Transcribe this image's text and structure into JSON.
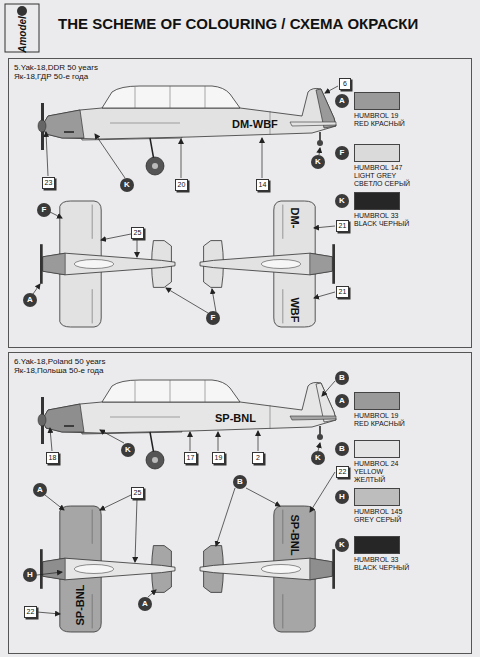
{
  "diagram": {
    "title": "THE SCHEME OF COLOURING / СХЕМА ОКРАСКИ",
    "nodes": [
      {
        "text": [
          "5.Yak-18,DDR 50 years",
          "Як-18,ГДР 50-е года"
        ]
      },
      {
        "text": [
          "6"
        ],
        "in": 0
      },
      {
        "text": [
          "A"
        ],
        "in": 0
      },
      {
        "text": [
          "F"
        ],
        "in": 0
      },
      {
        "text": [
          "K"
        ],
        "in": 0
      },
      {
        "text": [
          "23"
        ],
        "in": 0
      },
      {
        "text": [
          "K"
        ],
        "in": 0
      },
      {
        "text": [
          "20"
        ],
        "in": 0
      },
      {
        "text": [
          "14"
        ],
        "in": 0
      },
      {
        "text": [
          "K"
        ],
        "in": 0
      },
      {
        "text": [
          "F"
        ],
        "in": 0
      },
      {
        "text": [
          "25"
        ],
        "in": 0
      },
      {
        "text": [
          "21"
        ],
        "in": 0
      },
      {
        "text": [
          "A"
        ],
        "in": 0
      },
      {
        "text": [
          "21"
        ],
        "in": 0
      },
      {
        "text": [
          "F"
        ],
        "in": 0
      },
      {
        "text": [
          "6.Yak-18,Poland 50 years",
          "Як-18,Польша 50-е года"
        ]
      },
      {
        "text": [
          "B"
        ],
        "in": 16
      },
      {
        "text": [
          "A"
        ],
        "in": 16
      },
      {
        "text": [
          "B"
        ],
        "in": 16
      },
      {
        "text": [
          "H"
        ],
        "in": 16
      },
      {
        "text": [
          "K"
        ],
        "in": 16
      },
      {
        "text": [
          "18"
        ],
        "in": 16
      },
      {
        "text": [
          "K"
        ],
        "in": 16
      },
      {
        "text": [
          "17"
        ],
        "in": 16
      },
      {
        "text": [
          "19"
        ],
        "in": 16
      },
      {
        "text": [
          "2"
        ],
        "in": 16
      },
      {
        "text": [
          "K"
        ],
        "in": 16
      },
      {
        "text": [
          "22"
        ],
        "in": 16
      },
      {
        "text": [
          "A"
        ],
        "in": 16
      },
      {
        "text": [
          "25"
        ],
        "in": 16
      },
      {
        "text": [
          "B"
        ],
        "in": 16
      },
      {
        "text": [
          "H"
        ],
        "in": 16
      },
      {
        "text": [
          "22"
        ],
        "in": 16
      },
      {
        "text": [
          "A"
        ],
        "in": 16
      }
    ],
    "labels": [
      "Amodel",
      "DM-WBF",
      "DM-",
      "WBF",
      "SP-BNL",
      "SP-BNL",
      "SP-BNL"
    ],
    "legend": [
      {
        "text": "HUMBROL 19 RED КРАСНЫЙ",
        "color": "#9a9a9a"
      },
      {
        "text": "HUMBROL 147 LIGHT GREY СВЕТЛО СЕРЫЙ",
        "color": "#dadada"
      },
      {
        "text": "HUMBROL 33 BLACK ЧЕРНЫЙ",
        "color": "#262626"
      },
      {
        "text": "HUMBROL 19 RED КРАСНЫЙ",
        "color": "#9a9a9a"
      },
      {
        "text": "HUMBROL 24 YELLOW ЖЕЛТЫЙ",
        "color": "#e4e4e4"
      },
      {
        "text": "HUMBROL 145 GREY СЕРЫЙ",
        "color": "#bdbdbd"
      },
      {
        "text": "HUMBROL 33 BLACK ЧЕРНЫЙ",
        "color": "#262626"
      }
    ]
  }
}
